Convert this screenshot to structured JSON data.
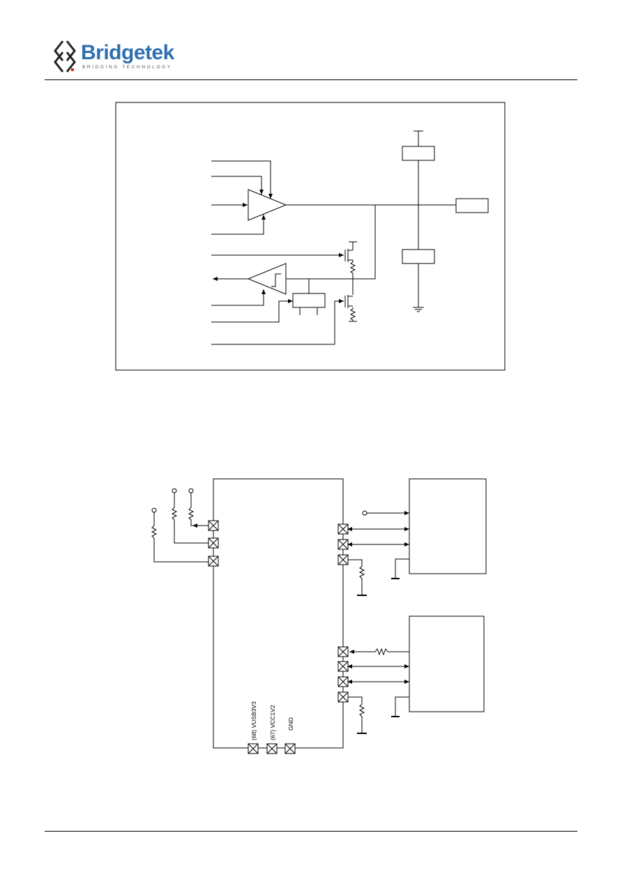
{
  "header": {
    "logo_name": "Bridgetek",
    "logo_tagline": "BRIDGING TECHNOLOGY",
    "brand_color": "#2f6fb0",
    "accent_color": "#e2231a"
  },
  "figure2": {
    "pin_labels": [
      "(68) VUSB3V3",
      "(67) VCC1V2",
      "GND"
    ]
  }
}
